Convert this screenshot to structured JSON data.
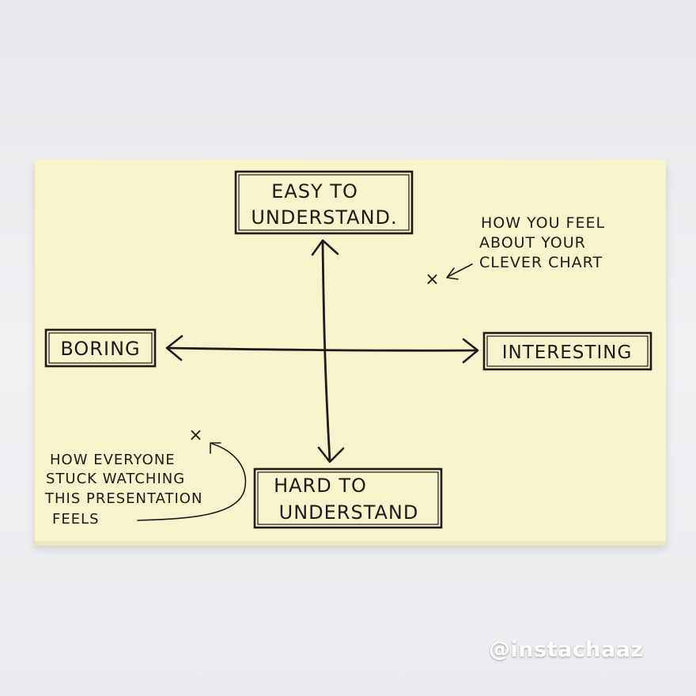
{
  "diagram": {
    "top_label": [
      "EASY TO",
      "UNDERSTAND."
    ],
    "bottom_label": [
      "HARD TO",
      "UNDERSTAND"
    ],
    "left_label": "BORING",
    "right_label": "INTERESTING",
    "note_top_right": [
      "HOW YOU FEEL",
      "ABOUT YOUR",
      "CLEVER CHART"
    ],
    "note_bottom_left": [
      "HOW EVERYONE",
      "STUCK WATCHING",
      "THIS PRESENTATION",
      "FEELS"
    ],
    "marker": "×"
  },
  "watermark": "@instachaaz",
  "colors": {
    "note": "#f7f3cc",
    "ink": "#1e1a16",
    "background": "#ececef"
  }
}
